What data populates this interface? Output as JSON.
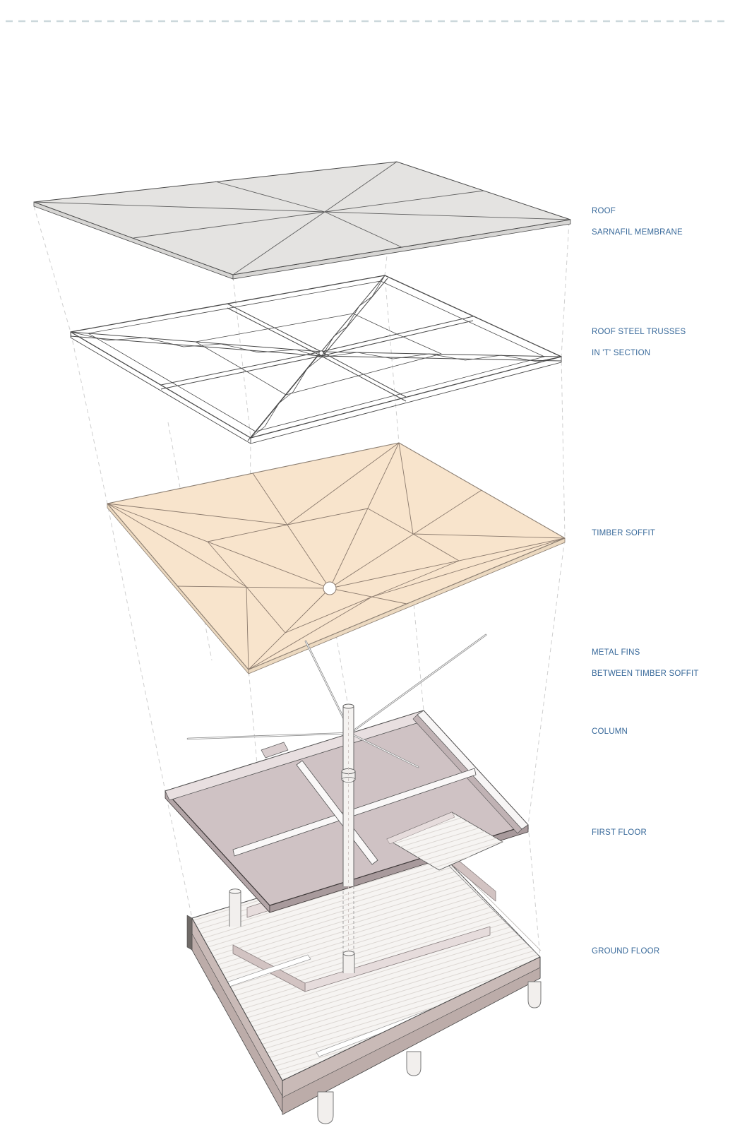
{
  "page": {
    "background": "#ffffff",
    "top_border_color": "#ccd8dc",
    "label_color": "#38699a"
  },
  "diagram": {
    "type": "exploded-axonometric-architectural-diagram",
    "subject": "Pavilion construction layers, exploded vertically with dashed projection guides",
    "labels": [
      {
        "id": "roof",
        "line1": "ROOF",
        "line2": "SARNAFIL MEMBRANE"
      },
      {
        "id": "trusses",
        "line1": "ROOF STEEL TRUSSES",
        "line2": "IN 'T' SECTION"
      },
      {
        "id": "soffit",
        "line1": "TIMBER SOFFIT",
        "line2": ""
      },
      {
        "id": "fins",
        "line1": "METAL FINS",
        "line2": "BETWEEN TIMBER SOFFIT"
      },
      {
        "id": "column",
        "line1": "COLUMN",
        "line2": ""
      },
      {
        "id": "first_floor",
        "line1": "FIRST FLOOR",
        "line2": ""
      },
      {
        "id": "ground_floor",
        "line1": "GROUND FLOOR",
        "line2": ""
      }
    ],
    "layers_top_to_bottom": [
      "roof-membrane",
      "roof-steel-trusses",
      "timber-soffit",
      "metal-fins",
      "column",
      "first-floor",
      "ground-floor"
    ],
    "colors": {
      "roof_fill": "#e4e3e1",
      "soffit_fill": "#f8e4cc",
      "first_floor_fill": "#cfc2c4",
      "ground_fascia": "#c9bab7",
      "deck_fill": "#f6f4f2",
      "line": "#4a4a4a",
      "guide_dash": "#cfcfcf"
    }
  }
}
